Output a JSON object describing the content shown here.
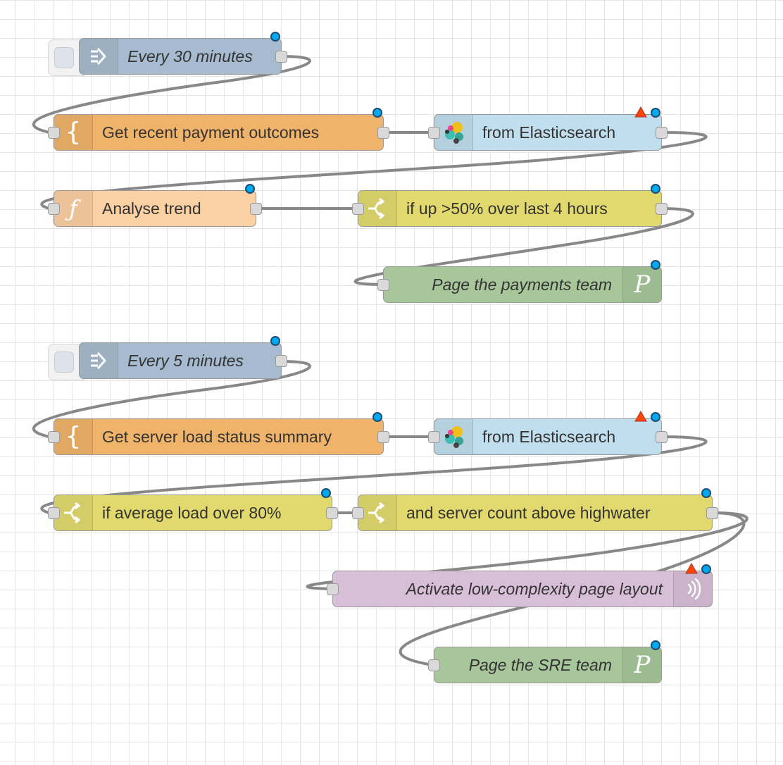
{
  "colors": {
    "inject": "#a6bbcf",
    "template": "#f0b36a",
    "function": "#fbd0a3",
    "switch": "#e2d96e",
    "elasticsearch": "#c0deed",
    "pagerduty": "#a7c79b",
    "broadcast": "#d8bfd8",
    "changed_indicator": "#00a9f0",
    "warning": "#ff4500",
    "wire": "#888888"
  },
  "flow1": {
    "timer": {
      "label": "Every 30 minutes",
      "icon": "arrow-in-icon"
    },
    "query": {
      "label": "Get recent payment outcomes",
      "icon": "brace-icon"
    },
    "es": {
      "label": "from Elasticsearch",
      "icon": "elasticsearch-icon"
    },
    "analyse": {
      "label": "Analyse trend",
      "icon": "function-icon"
    },
    "check": {
      "label": "if up >50% over last 4 hours",
      "icon": "switch-icon"
    },
    "page": {
      "label": "Page the payments team",
      "icon": "pagerduty-icon"
    }
  },
  "flow2": {
    "timer": {
      "label": "Every 5 minutes",
      "icon": "arrow-in-icon"
    },
    "query": {
      "label": "Get server load status summary",
      "icon": "brace-icon"
    },
    "es": {
      "label": "from Elasticsearch",
      "icon": "elasticsearch-icon"
    },
    "check_load": {
      "label": "if average load over 80%",
      "icon": "switch-icon"
    },
    "check_count": {
      "label": "and server count above highwater",
      "icon": "switch-icon"
    },
    "layout": {
      "label": "Activate low-complexity page layout",
      "icon": "broadcast-icon"
    },
    "page": {
      "label": "Page the SRE team",
      "icon": "pagerduty-icon"
    }
  }
}
